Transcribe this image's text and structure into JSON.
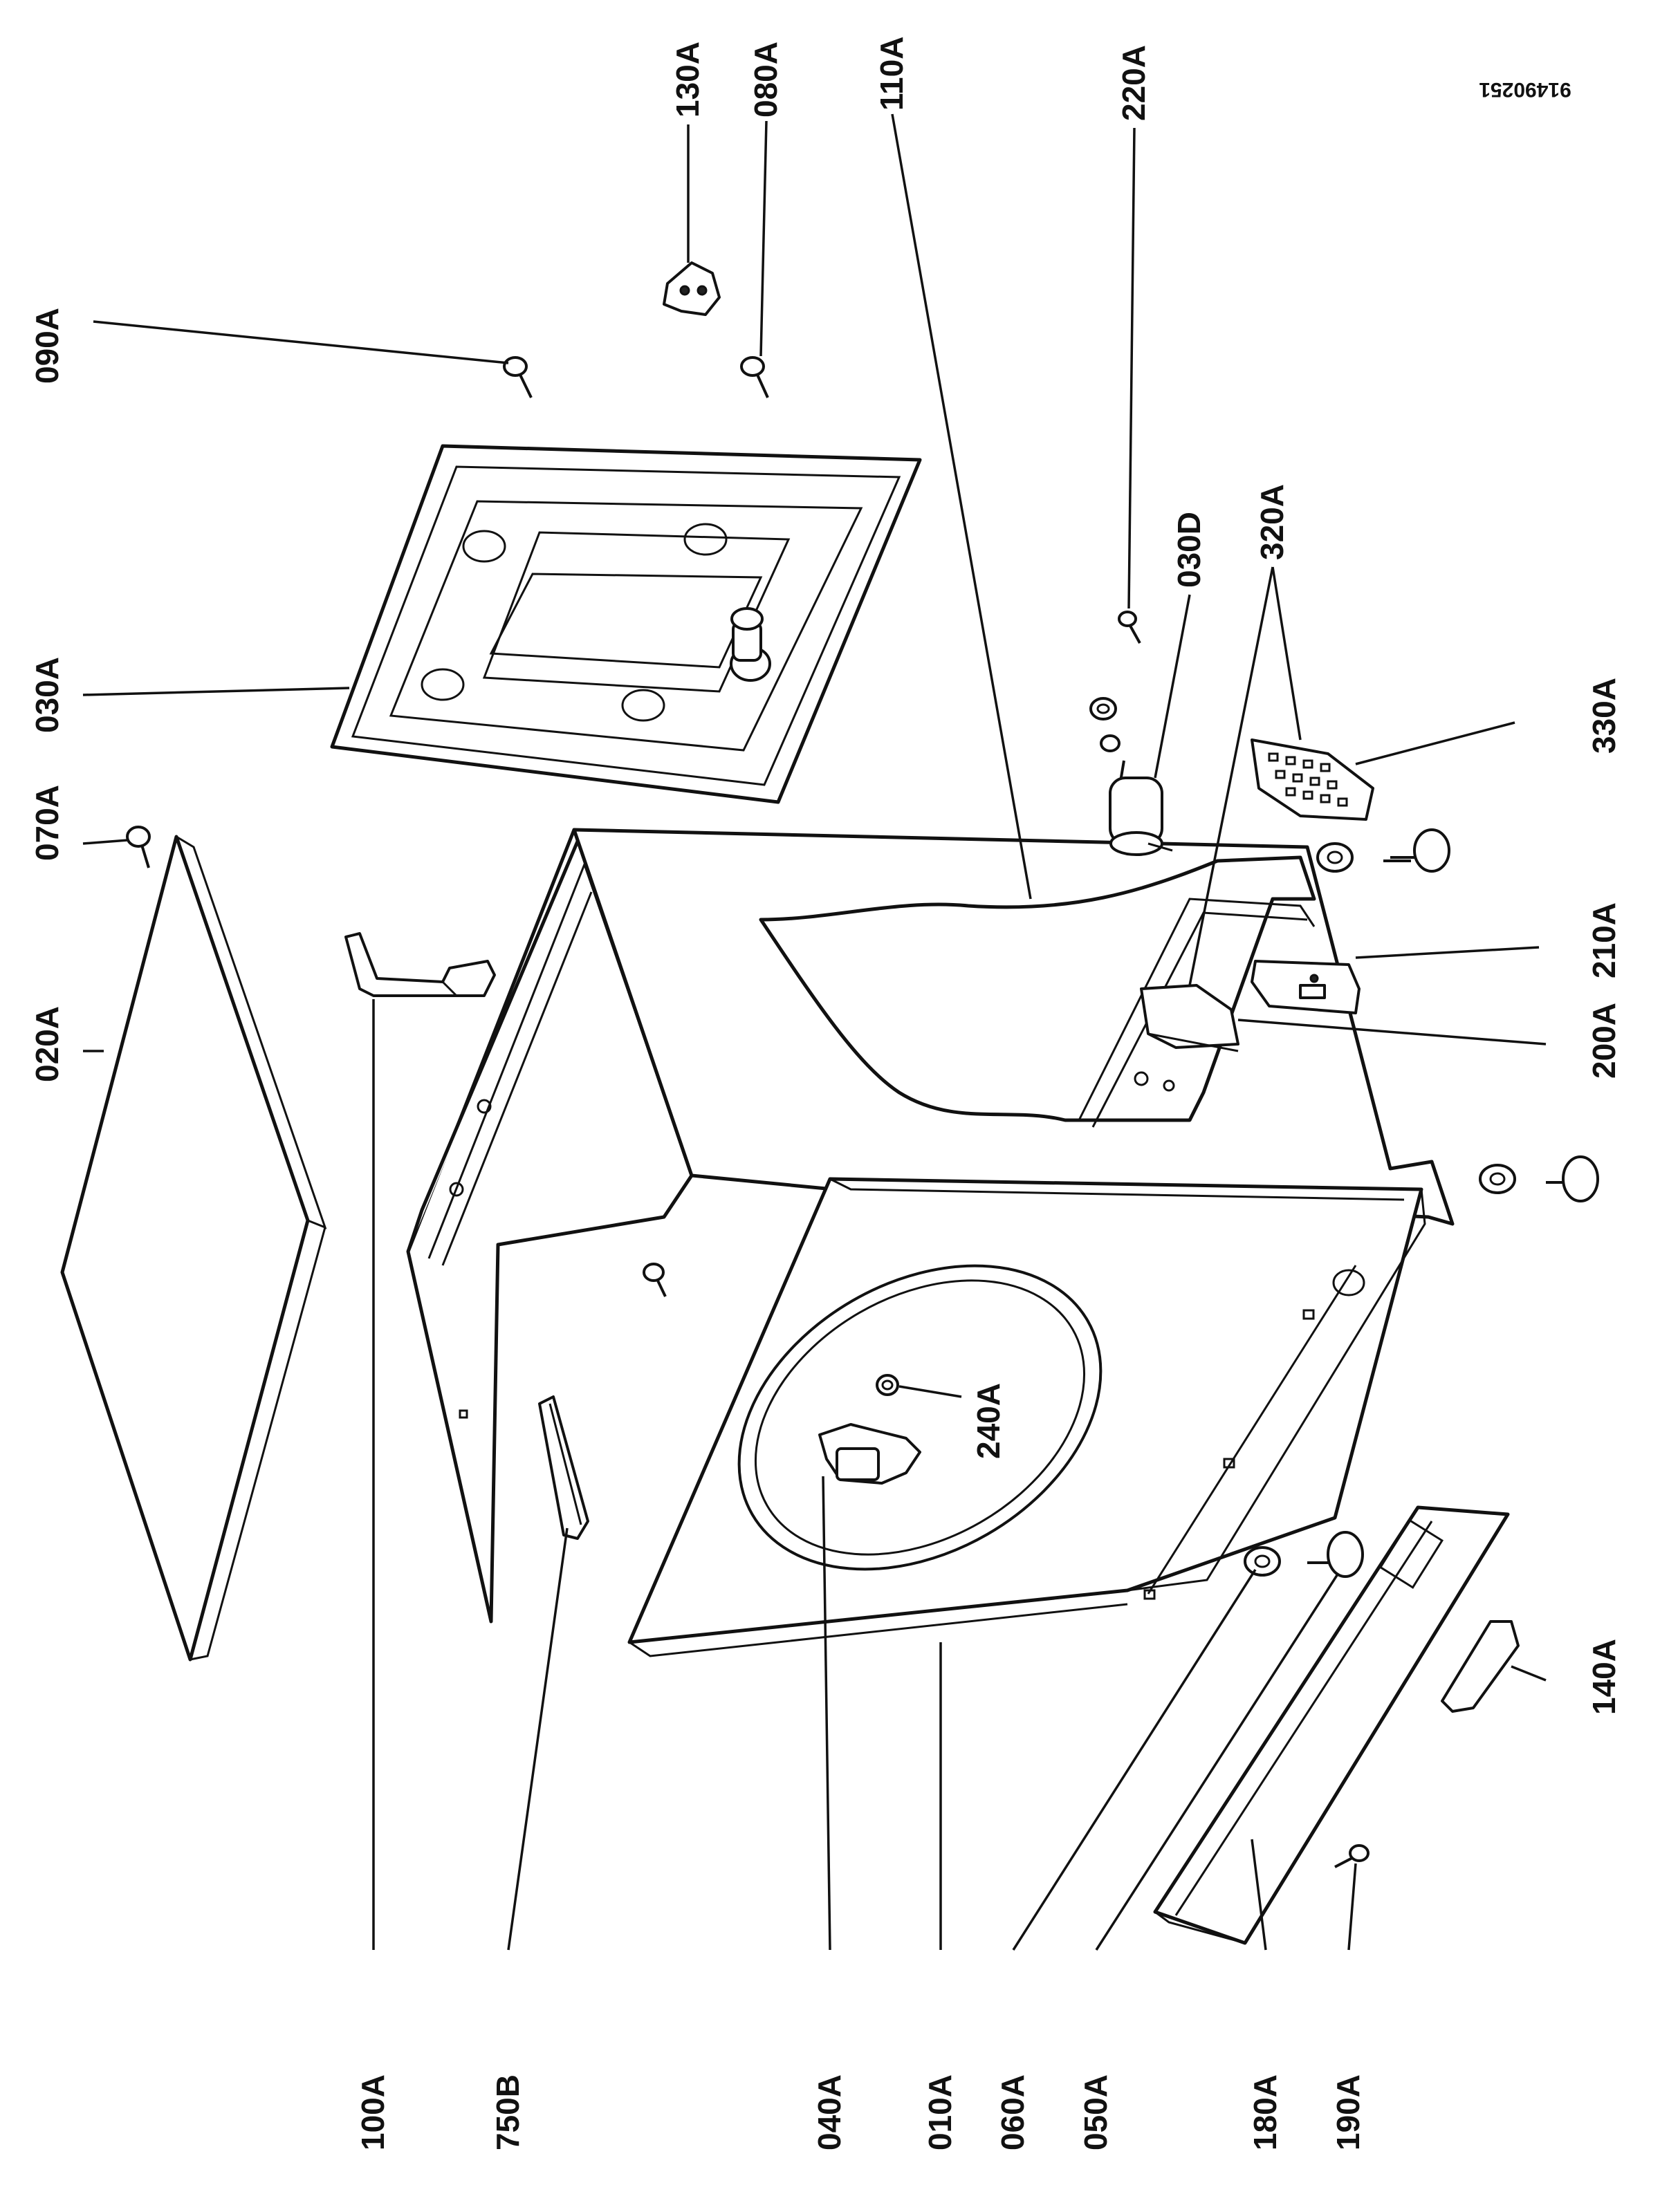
{
  "drawing_id": "91490251",
  "labels": {
    "l130A": "130A",
    "l080A": "080A",
    "l110A": "110A",
    "l220A": "220A",
    "l090A": "090A",
    "l030A": "030A",
    "l070A": "070A",
    "l020A": "020A",
    "l030D": "030D",
    "l320A": "320A",
    "l330A": "330A",
    "l210A": "210A",
    "l200A": "200A",
    "l240A": "240A",
    "l140A": "140A",
    "l100A": "100A",
    "l750B": "750B",
    "l040A": "040A",
    "l010A": "010A",
    "l060A": "060A",
    "l050A": "050A",
    "l180A": "180A",
    "l190A": "190A"
  }
}
